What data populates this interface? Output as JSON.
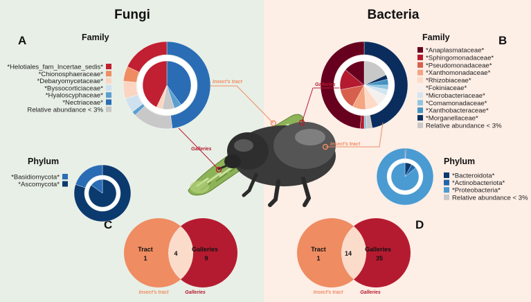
{
  "titles": {
    "fungi": "Fungi",
    "bacteria": "Bacteria"
  },
  "panels": {
    "a": "A",
    "b": "B",
    "c": "C",
    "d": "D"
  },
  "colors": {
    "fungi_bg": "#e8efe6",
    "bacteria_bg": "#fdeee6",
    "tract": "#ef8c62",
    "galleries": "#b51b30",
    "overlap": "#fbdccb"
  },
  "fungi": {
    "family": {
      "heading": "Family",
      "legend": [
        {
          "label": "*Helotiales_fam_Incertae_sedis*",
          "color": "#c11f32"
        },
        {
          "label": "*Chionosphaeraceae*",
          "color": "#ef8c62"
        },
        {
          "label": "*Debaryomycetaceae*",
          "color": "#fbd5c2"
        },
        {
          "label": "*Byssocorticiaceae*",
          "color": "#cfe1ee"
        },
        {
          "label": "*Hyaloscyphaceae*",
          "color": "#5a9fd0"
        },
        {
          "label": "*Nectriaceae*",
          "color": "#2a6db5"
        },
        {
          "label": "Relative abundance < 3%",
          "color": "#c8c8c8"
        }
      ]
    },
    "phylum": {
      "heading": "Phylum",
      "legend": [
        {
          "label": "*Basidiomycota*",
          "color": "#2a6db5"
        },
        {
          "label": "*Ascomycota*",
          "color": "#0b3a6e"
        }
      ]
    },
    "venn": {
      "left_label": "Tract",
      "left_value": "1",
      "overlap_value": "4",
      "right_label": "Galleries",
      "right_value": "9"
    }
  },
  "bacteria": {
    "family": {
      "heading": "Family",
      "legend": [
        {
          "label": "*Anaplasmataceae*",
          "color": "#67001f"
        },
        {
          "label": "*Sphingomonadaceae*",
          "color": "#b51b30"
        },
        {
          "label": "*Pseudomonadaceae*",
          "color": "#d6604d"
        },
        {
          "label": "*Xanthomonadaceae*",
          "color": "#f4a582"
        },
        {
          "label": "*Rhizobiaceae*",
          "color": "#fddbc7"
        },
        {
          "label": "*Fokiniaceae*",
          "color": "#f4f0ed"
        },
        {
          "label": "*Microbacteriaceae*",
          "color": "#d1e5f0"
        },
        {
          "label": "*Comamonadaceae*",
          "color": "#92c5de"
        },
        {
          "label": "*Xanthobacteraceae*",
          "color": "#4393c3"
        },
        {
          "label": "*Morganellaceae*",
          "color": "#0b2d5e"
        },
        {
          "label": "Relative abundance < 3%",
          "color": "#c8c8c8"
        }
      ]
    },
    "phylum": {
      "heading": "Phylum",
      "legend": [
        {
          "label": "*Bacteroidota*",
          "color": "#0b3a6e"
        },
        {
          "label": "*Actinobacteriota*",
          "color": "#2166ac"
        },
        {
          "label": "*Proteobacteria*",
          "color": "#4a9bd1"
        },
        {
          "label": "Relative abundance < 3%",
          "color": "#c8c8c8"
        }
      ]
    },
    "venn": {
      "left_label": "Tract",
      "left_value": "1",
      "overlap_value": "14",
      "right_label": "Galleries",
      "right_value": "35"
    }
  },
  "annotations": {
    "fungi_tract": "Insect's tract",
    "fungi_galleries": "Galleries",
    "bacteria_tract": "Insect's tract",
    "bacteria_galleries": "Galleries",
    "venn_c_tract": "Insect's tract",
    "venn_c_galleries": "Galleries",
    "venn_d_tract": "Insect's tract",
    "venn_d_galleries": "Galleries"
  },
  "chart_data": [
    {
      "type": "pie",
      "label": "fungi family outer (galleries)",
      "slices": [
        {
          "name": "*Nectriaceae*",
          "value": 48
        },
        {
          "name": "Relative abundance < 3%",
          "value": 15
        },
        {
          "name": "*Hyaloscyphaceae*",
          "value": 1.5
        },
        {
          "name": "*Byssocorticiaceae*",
          "value": 5.5
        },
        {
          "name": "*Debaryomycetaceae*",
          "value": 6.5
        },
        {
          "name": "*Chionosphaeraceae*",
          "value": 5.5
        },
        {
          "name": "*Helotiales_fam_Incertae_sedis*",
          "value": 18
        }
      ]
    },
    {
      "type": "pie",
      "label": "fungi family inner (tract)",
      "slices": [
        {
          "name": "*Nectriaceae*",
          "value": 40
        },
        {
          "name": "*Hyaloscyphaceae*",
          "value": 5
        },
        {
          "name": "Relative abundance < 3%",
          "value": 8
        },
        {
          "name": "*Debaryomycetaceae*",
          "value": 4
        },
        {
          "name": "*Helotiales_fam_Incertae_sedis*",
          "value": 43
        }
      ]
    },
    {
      "type": "pie",
      "label": "fungi phylum outer",
      "slices": [
        {
          "name": "*Ascomycota*",
          "value": 80
        },
        {
          "name": "*Basidiomycota*",
          "value": 20
        }
      ]
    },
    {
      "type": "pie",
      "label": "fungi phylum inner",
      "slices": [
        {
          "name": "*Ascomycota*",
          "value": 85
        },
        {
          "name": "*Basidiomycota*",
          "value": 15
        }
      ]
    },
    {
      "type": "pie",
      "label": "bacteria family outer (galleries)",
      "slices": [
        {
          "name": "*Morganellaceae*",
          "value": 47
        },
        {
          "name": "Relative abundance < 3%",
          "value": 2
        },
        {
          "name": "*Comamonadaceae*",
          "value": 1
        },
        {
          "name": "*Sphingomonadaceae*",
          "value": 1.5
        },
        {
          "name": "*Anaplasmataceae*",
          "value": 48.5
        }
      ]
    },
    {
      "type": "pie",
      "label": "bacteria family inner (tract)",
      "slices": [
        {
          "name": "Relative abundance < 3%",
          "value": 18
        },
        {
          "name": "*Morganellaceae*",
          "value": 3
        },
        {
          "name": "*Xanthobacteraceae*",
          "value": 4
        },
        {
          "name": "*Comamonadaceae*",
          "value": 3
        },
        {
          "name": "*Microbacteriaceae*",
          "value": 4
        },
        {
          "name": "*Fokiniaceae*",
          "value": 8
        },
        {
          "name": "*Rhizobiaceae*",
          "value": 9
        },
        {
          "name": "*Xanthomonadaceae*",
          "value": 9
        },
        {
          "name": "*Pseudomonadaceae*",
          "value": 14
        },
        {
          "name": "*Sphingomonadaceae*",
          "value": 14
        },
        {
          "name": "*Anaplasmataceae*",
          "value": 14
        }
      ]
    },
    {
      "type": "pie",
      "label": "bacteria phylum outer",
      "slices": [
        {
          "name": "*Bacteroidota*",
          "value": 0.5
        },
        {
          "name": "*Proteobacteria*",
          "value": 99.5
        }
      ]
    },
    {
      "type": "pie",
      "label": "bacteria phylum inner",
      "slices": [
        {
          "name": "*Bacteroidota*",
          "value": 8
        },
        {
          "name": "*Actinobacteriota*",
          "value": 6
        },
        {
          "name": "*Proteobacteria*",
          "value": 86
        }
      ]
    }
  ]
}
